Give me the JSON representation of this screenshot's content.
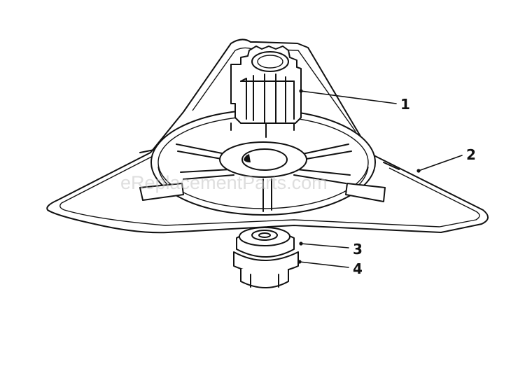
{
  "watermark": "eReplacementParts.com",
  "callouts": [
    {
      "id": "1",
      "label": "1"
    },
    {
      "id": "2",
      "label": "2"
    },
    {
      "id": "3",
      "label": "3"
    },
    {
      "id": "4",
      "label": "4"
    }
  ]
}
